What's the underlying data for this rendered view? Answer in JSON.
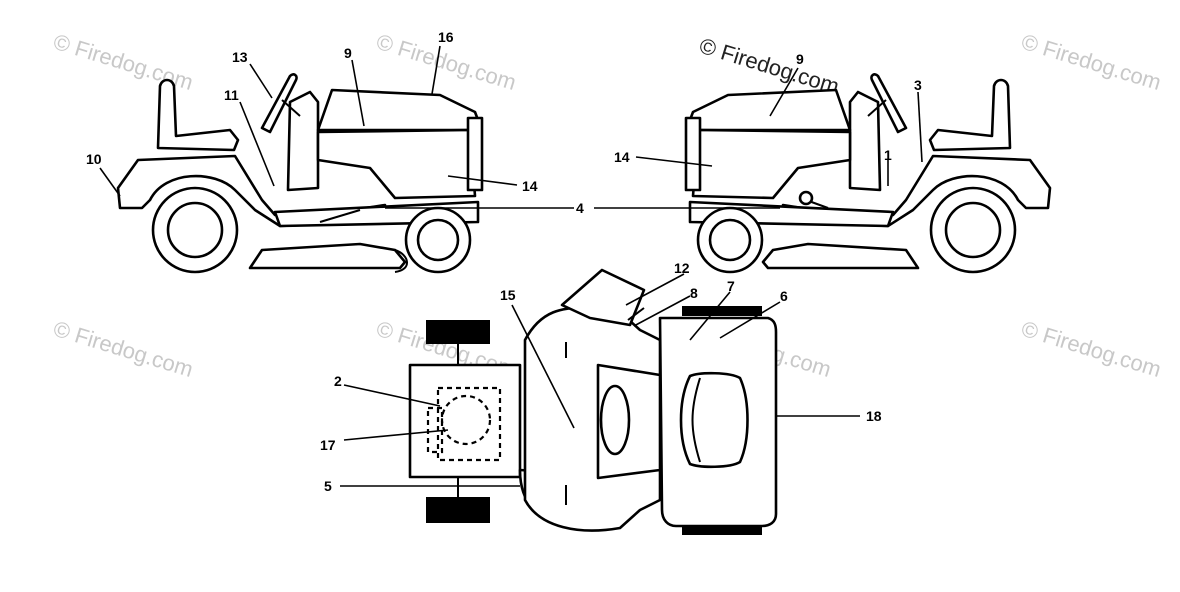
{
  "watermark": "© Firedog.com",
  "callouts": {
    "c1": "1",
    "c2": "2",
    "c3": "3",
    "c4": "4",
    "c5": "5",
    "c6": "6",
    "c7": "7",
    "c8": "8",
    "c9": "9",
    "c10": "10",
    "c11": "11",
    "c12": "12",
    "c13": "13",
    "c14": "14",
    "c15": "15",
    "c16": "16",
    "c17": "17",
    "c18": "18"
  }
}
